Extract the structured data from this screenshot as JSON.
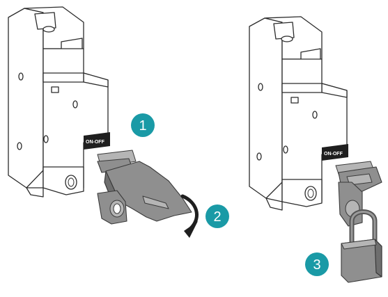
{
  "breaker_switch": {
    "on_label": "ON",
    "off_label": "OFF"
  },
  "steps": [
    {
      "number": "1",
      "color": "#1a9aa6"
    },
    {
      "number": "2",
      "color": "#1a9aa6"
    },
    {
      "number": "3",
      "color": "#1a9aa6"
    }
  ],
  "icons": [
    "circuit-breaker",
    "lockout-device",
    "rotate-arrow",
    "padlock"
  ]
}
